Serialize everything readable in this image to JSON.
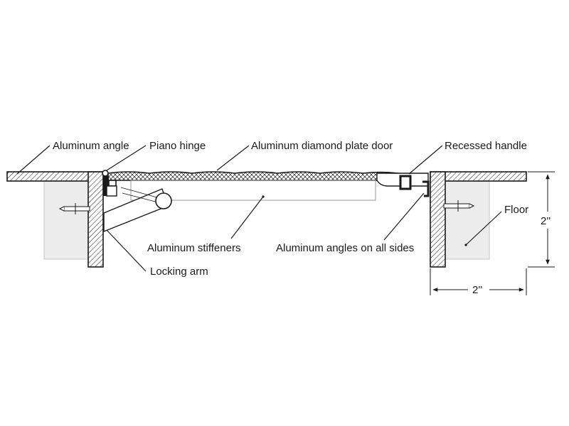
{
  "labels": {
    "aluminum_angle": "Aluminum angle",
    "piano_hinge": "Piano hinge",
    "diamond_plate_door": "Aluminum diamond plate door",
    "recessed_handle": "Recessed handle",
    "floor": "Floor",
    "stiffeners": "Aluminum stiffeners",
    "angles_all_sides": "Aluminum angles on all sides",
    "locking_arm": "Locking arm"
  },
  "dimensions": {
    "vertical": "2''",
    "horizontal": "2''"
  },
  "colors": {
    "line": "#1a1a1a",
    "floor_fill": "#ececec",
    "plate_fill": "#ffffff"
  }
}
